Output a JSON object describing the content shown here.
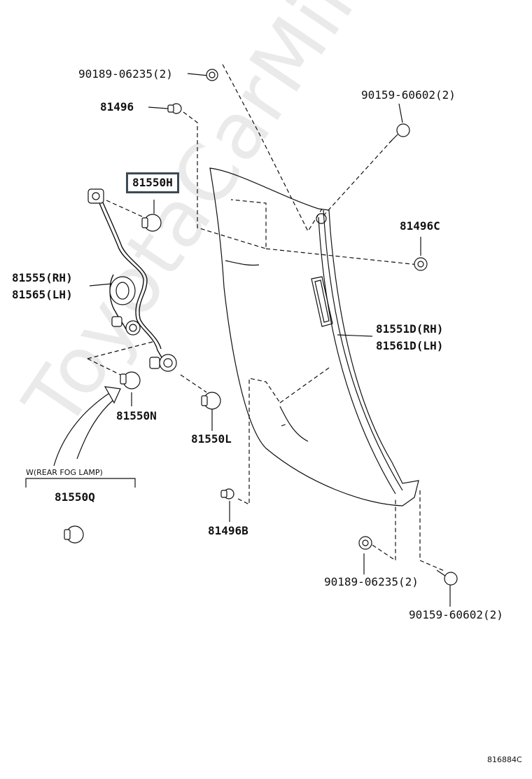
{
  "watermark": "ToyotaCarMine.ru",
  "diagram_code": "816884C",
  "variant_label": "W(REAR FOG LAMP)",
  "parts": {
    "p_90189_top": "90189-06235(2)",
    "p_81496": "81496",
    "p_81550H": "81550H",
    "p_90159_top": "90159-60602(2)",
    "p_81496C": "81496C",
    "p_81555": "81555(RH)",
    "p_81565": "81565(LH)",
    "p_81551D": "81551D(RH)",
    "p_81561D": "81561D(LH)",
    "p_81550N": "81550N",
    "p_81550L": "81550L",
    "p_81550Q": "81550Q",
    "p_81496B": "81496B",
    "p_90189_bottom": "90189-06235(2)",
    "p_90159_bottom": "90159-60602(2)"
  },
  "colors": {
    "line": "#111111",
    "highlight_box": "#3d4a54",
    "watermark": "#b4b4b4"
  }
}
